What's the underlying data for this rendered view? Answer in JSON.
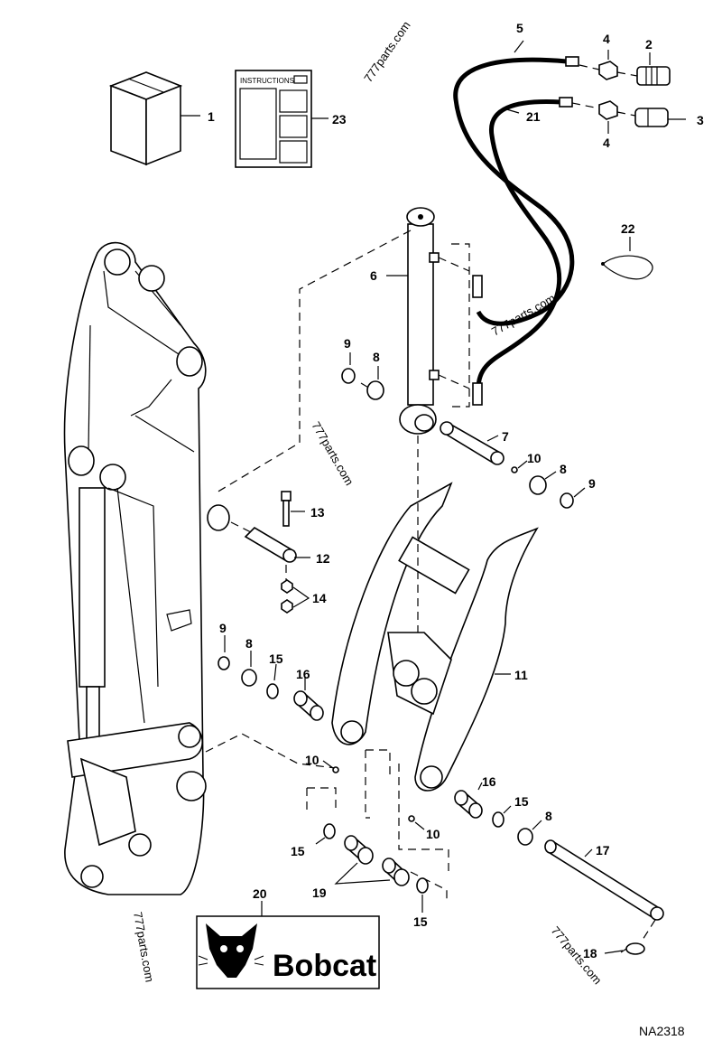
{
  "diagram_id": "NA2318",
  "instructions_label": "INSTRUCTIONS",
  "brand_text": "Bobcat",
  "watermarks": [
    "777parts.com",
    "777parts.com",
    "777parts.com",
    "777parts.com",
    "777parts.com"
  ],
  "callouts": {
    "c1": "1",
    "c2": "2",
    "c3": "3",
    "c4a": "4",
    "c4b": "4",
    "c5": "5",
    "c6": "6",
    "c7": "7",
    "c8a": "8",
    "c8b": "8",
    "c8c": "8",
    "c8d": "8",
    "c9a": "9",
    "c9b": "9",
    "c9c": "9",
    "c10a": "10",
    "c10b": "10",
    "c10c": "10",
    "c11": "11",
    "c12": "12",
    "c13": "13",
    "c14": "14",
    "c15a": "15",
    "c15b": "15",
    "c15c": "15",
    "c15d": "15",
    "c16a": "16",
    "c16b": "16",
    "c17": "17",
    "c18": "18",
    "c19": "19",
    "c20": "20",
    "c21": "21",
    "c22": "22",
    "c23": "23"
  }
}
